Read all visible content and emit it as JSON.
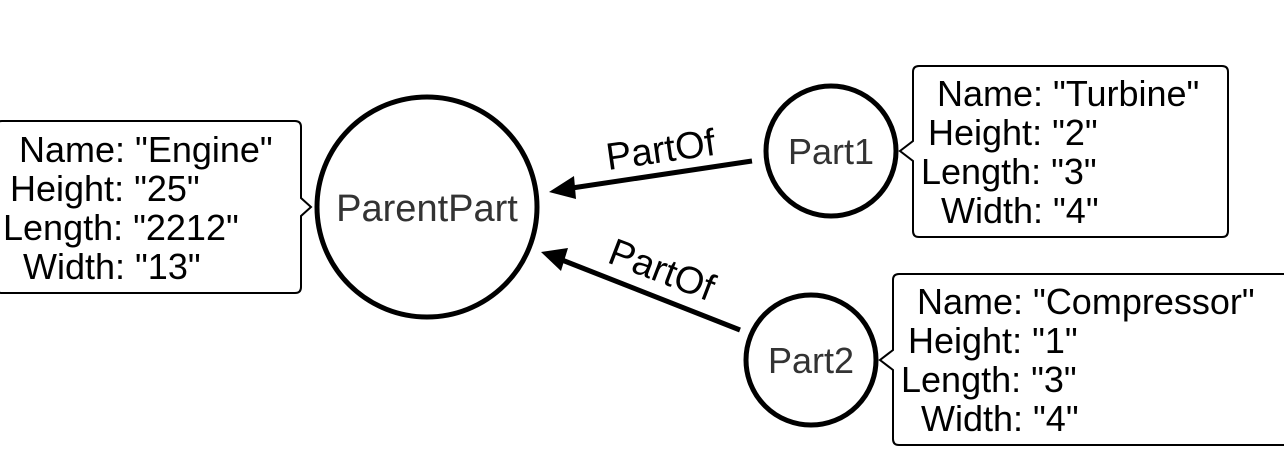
{
  "nodes": {
    "parent": {
      "label": "ParentPart",
      "properties": [
        "Name: \"Engine\"",
        "Height: \"25\"",
        "Length: \"2212\"",
        "Width: \"13\""
      ]
    },
    "part1": {
      "label": "Part1",
      "properties": [
        "Name: \"Turbine\"",
        "Height: \"2\"",
        "Length: \"3\"",
        "Width: \"4\""
      ]
    },
    "part2": {
      "label": "Part2",
      "properties": [
        "Name: \"Compressor\"",
        "Height: \"1\"",
        "Length: \"3\"",
        "Width: \"4\""
      ]
    }
  },
  "edges": {
    "part1_to_parent": {
      "label": "PartOf"
    },
    "part2_to_parent": {
      "label": "PartOf"
    }
  }
}
